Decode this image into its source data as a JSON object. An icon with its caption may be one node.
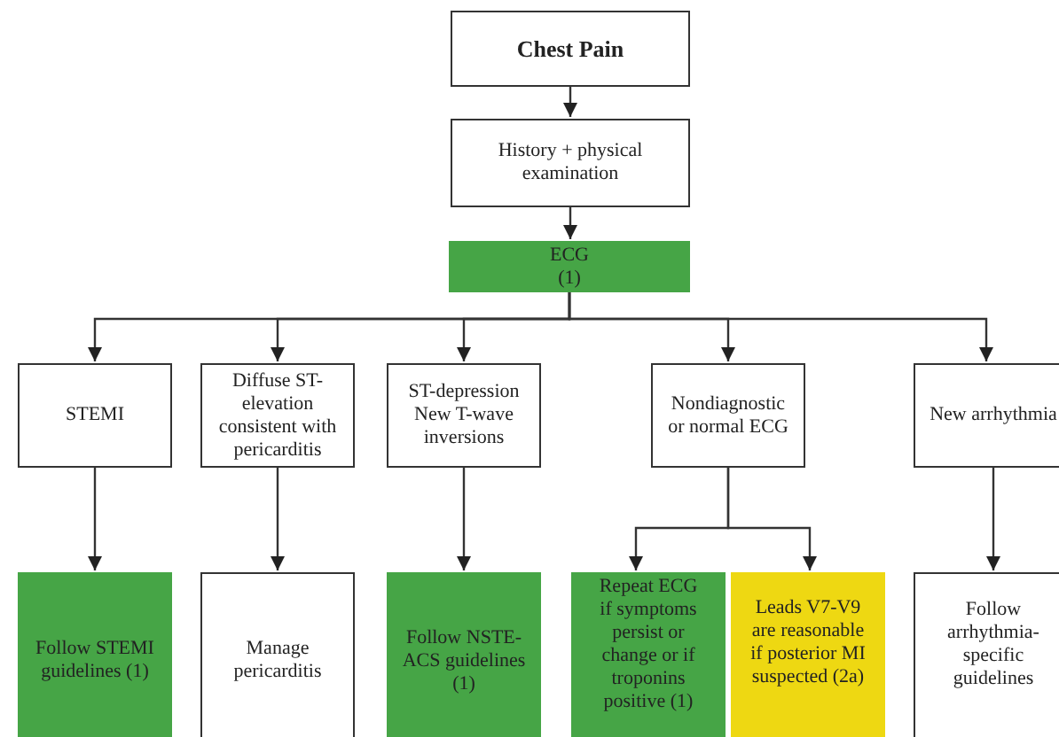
{
  "diagram": {
    "nodes": [
      {
        "text": [
          "Chest Pain"
        ]
      },
      {
        "text": [
          "History + physical examination"
        ]
      },
      {
        "text": [
          "ECG (1)"
        ]
      },
      {
        "text": [
          "STEMI"
        ]
      },
      {
        "text": [
          "Diffuse ST-elevation consistent with pericarditis"
        ]
      },
      {
        "text": [
          "ST-depression New T-wave inversions"
        ]
      },
      {
        "text": [
          "Nondiagnostic or normal ECG"
        ]
      },
      {
        "text": [
          "New arrhythmia"
        ]
      },
      {
        "text": [
          "Follow STEMI guidelines (1)"
        ]
      },
      {
        "text": [
          "Manage pericarditis"
        ]
      },
      {
        "text": [
          "Follow NSTE-ACS guidelines (1)"
        ]
      },
      {
        "text": [
          "Repeat ECG if symptoms persist or change or if troponins positive (1)"
        ]
      },
      {
        "text": [
          "Leads V7-V9 are reasonable if posterior MI suspected (2a)"
        ]
      },
      {
        "text": [
          "Follow arrhythmia-specific guidelines"
        ]
      }
    ],
    "edges": [
      {
        "from": 0,
        "to": 1,
        "arrow": "to"
      },
      {
        "from": 1,
        "to": 2,
        "arrow": "to"
      },
      {
        "from": 2,
        "to": 3,
        "arrow": "to"
      },
      {
        "from": 2,
        "to": 4,
        "arrow": "to"
      },
      {
        "from": 2,
        "to": 5,
        "arrow": "to"
      },
      {
        "from": 2,
        "to": 6,
        "arrow": "to"
      },
      {
        "from": 2,
        "to": 7,
        "arrow": "to"
      },
      {
        "from": 3,
        "to": 8,
        "arrow": "to"
      },
      {
        "from": 4,
        "to": 9,
        "arrow": "to"
      },
      {
        "from": 5,
        "to": 10,
        "arrow": "to"
      },
      {
        "from": 6,
        "to": 11,
        "arrow": "to"
      },
      {
        "from": 6,
        "to": 12,
        "arrow": "to"
      },
      {
        "from": 7,
        "to": 13,
        "arrow": "to"
      }
    ]
  }
}
